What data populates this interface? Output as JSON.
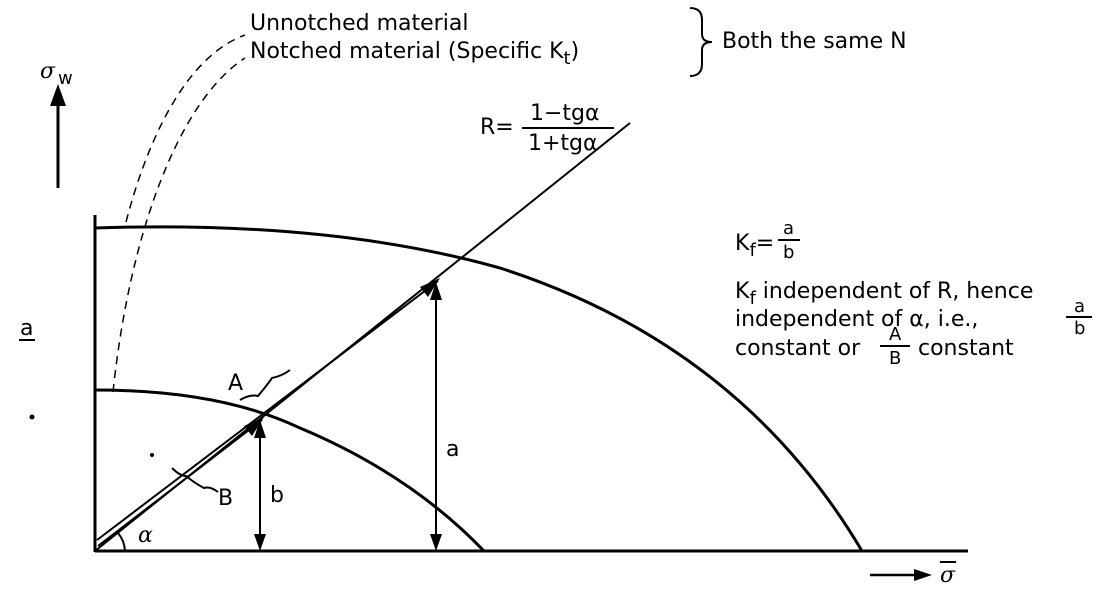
{
  "figure_label": "a",
  "legend": {
    "unnotched": "Unnotched material",
    "notched_prefix": "Notched material (Specific K",
    "notched_sub": "t",
    "notched_suffix": ")",
    "same_n": "Both the same N"
  },
  "axes": {
    "y_symbol": "σ",
    "y_sub": "w",
    "x_symbol": "σ"
  },
  "ratio_formula": {
    "lhs": "R=",
    "numerator": "1−tgα",
    "denominator": "1+tgα"
  },
  "kf": {
    "lhs": "K",
    "lhs_sub": "f",
    "eq": "=",
    "frac_num": "a",
    "frac_den": "b"
  },
  "explanation": {
    "line1_k": "K",
    "line1_sub": "f",
    "line1_rest": " independent of R, hence",
    "line2": "independent of α, i.e.,",
    "line2_num": "a",
    "line2_den": "b",
    "line3_a": "constant or",
    "line3_num": "A",
    "line3_den": "B",
    "line3_b": "constant"
  },
  "labels": {
    "A": "A",
    "B": "B",
    "a": "a",
    "b": "b",
    "alpha": "α"
  }
}
